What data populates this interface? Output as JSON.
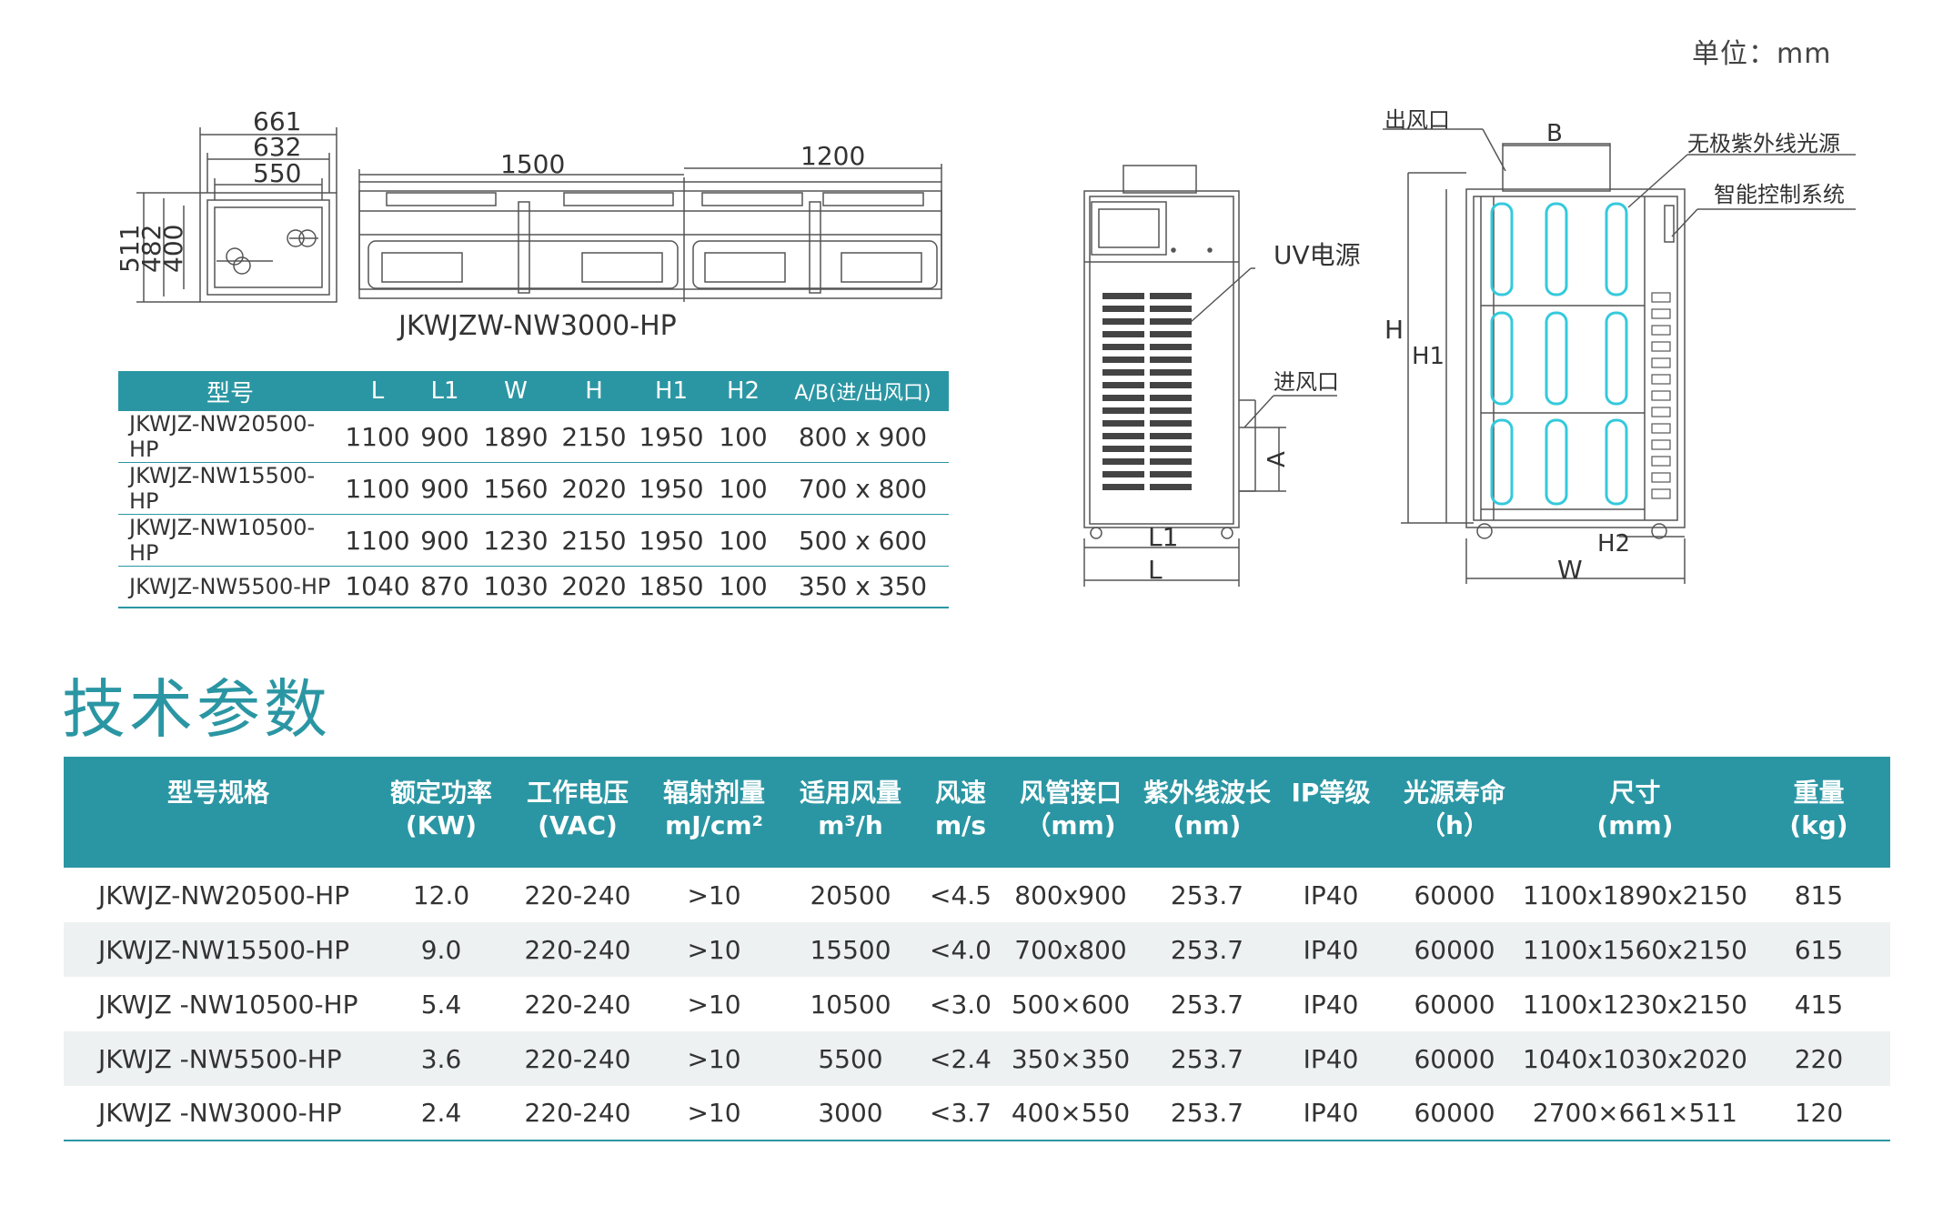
{
  "unit_label": "单位：mm",
  "drawing": {
    "dims_top": [
      "661",
      "632",
      "550"
    ],
    "dims_left": [
      "511",
      "482",
      "400"
    ],
    "dim_long_1": "1500",
    "dim_long_2": "1200",
    "model_caption": "JKWJZW-NW3000-HP",
    "callout_uv": "UV电源",
    "callout_inlet": "进风口",
    "callout_outlet": "出风口",
    "callout_uv_source": "无极紫外线光源",
    "callout_control": "智能控制系统",
    "label_A": "A",
    "label_B": "B",
    "label_L": "L",
    "label_L1": "L1",
    "label_H": "H",
    "label_H1": "H1",
    "label_H2": "H2",
    "label_W": "W"
  },
  "dim_table": {
    "headers": [
      "型号",
      "L",
      "L1",
      "W",
      "H",
      "H1",
      "H2",
      "A/B(进/出风口)"
    ],
    "rows": [
      [
        "JKWJZ-NW20500-HP",
        "1100",
        "900",
        "1890",
        "2150",
        "1950",
        "100",
        "800 x 900"
      ],
      [
        "JKWJZ-NW15500-HP",
        "1100",
        "900",
        "1560",
        "2020",
        "1950",
        "100",
        "700 x 800"
      ],
      [
        "JKWJZ-NW10500-HP",
        "1100",
        "900",
        "1230",
        "2150",
        "1950",
        "100",
        "500 x 600"
      ],
      [
        "JKWJZ-NW5500-HP",
        "1040",
        "870",
        "1030",
        "2020",
        "1850",
        "100",
        "350 x 350"
      ]
    ]
  },
  "section_title": "技术参数",
  "tech_table": {
    "headers": [
      [
        "型号规格",
        ""
      ],
      [
        "额定功率",
        "(KW)"
      ],
      [
        "工作电压",
        "(VAC)"
      ],
      [
        "辐射剂量",
        "mJ/cm²"
      ],
      [
        "适用风量",
        "m³/h"
      ],
      [
        "风速",
        "m/s"
      ],
      [
        "风管接口",
        "（mm)"
      ],
      [
        "紫外线波长",
        "(nm)"
      ],
      [
        "IP等级",
        ""
      ],
      [
        "光源寿命",
        "（h）"
      ],
      [
        "尺寸",
        "(mm)"
      ],
      [
        "重量",
        "(kg)"
      ]
    ],
    "rows": [
      [
        "JKWJZ-NW20500-HP",
        "12.0",
        "220-240",
        ">10",
        "20500",
        "<4.5",
        "800x900",
        "253.7",
        "IP40",
        "60000",
        "1100x1890x2150",
        "815"
      ],
      [
        "JKWJZ-NW15500-HP",
        "9.0",
        "220-240",
        ">10",
        "15500",
        "<4.0",
        "700x800",
        "253.7",
        "IP40",
        "60000",
        "1100x1560x2150",
        "615"
      ],
      [
        "JKWJZ -NW10500-HP",
        "5.4",
        "220-240",
        ">10",
        "10500",
        "<3.0",
        "500×600",
        "253.7",
        "IP40",
        "60000",
        "1100x1230x2150",
        "415"
      ],
      [
        "JKWJZ -NW5500-HP",
        "3.6",
        "220-240",
        ">10",
        "5500",
        "<2.4",
        "350×350",
        "253.7",
        "IP40",
        "60000",
        "1040x1030x2020",
        "220"
      ],
      [
        "JKWJZ -NW3000-HP",
        "2.4",
        "220-240",
        ">10",
        "3000",
        "<3.7",
        "400×550",
        "253.7",
        "IP40",
        "60000",
        "2700×661×511",
        "120"
      ]
    ]
  },
  "colors": {
    "accent": "#2b96a3",
    "lamp": "#35c9dc",
    "row_alt": "#eef1f2"
  }
}
